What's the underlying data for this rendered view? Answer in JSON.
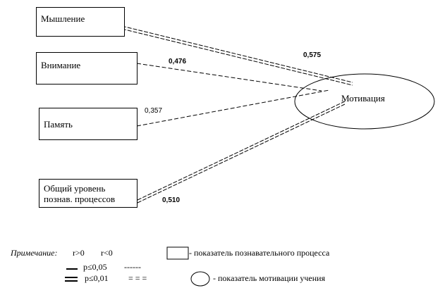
{
  "nodes": {
    "thinking": "Мышление",
    "attention": "Внимание",
    "memory": "Память",
    "general_line1": "Общий уровень",
    "general_line2": "познав. процессов",
    "motivation": "Мотивация"
  },
  "correlations": {
    "thinking": "0,575",
    "attention": "0,476",
    "memory": "0,357",
    "general": "0,510"
  },
  "legend": {
    "note_label": "Примечание:",
    "r_pos": "r>0",
    "r_neg": "r<0",
    "p05": "p≤0,05",
    "p05_neg": "------",
    "p01": "p≤0,01",
    "p01_neg": "= = =",
    "box_desc": "- показатель  познавательного процесса",
    "ellipse_desc": "- показатель мотивации учения"
  }
}
